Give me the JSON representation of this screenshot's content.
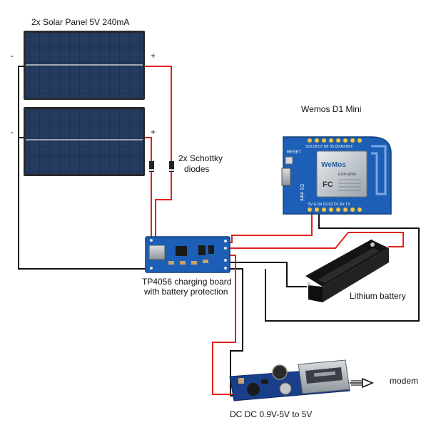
{
  "labels": {
    "solar_title": "2x Solar Panel 5V 240mA",
    "panel1_minus": "-",
    "panel1_plus": "+",
    "panel2_minus": "-",
    "panel2_plus": "+",
    "schottky_line1": "2x Schottky",
    "schottky_line2": "diodes",
    "wemos_title": "Wemos D1 Mini",
    "tp4056_line1": "TP4056 charging board",
    "tp4056_line2": "with battery protection",
    "battery": "Lithium battery",
    "dcdc": "DC DC 0.9V-5V to 5V",
    "modem": "modem"
  },
  "board_text": {
    "wemos_top_pins": "3V3 D8 D7 D6 D5 D0 A0 RST",
    "wemos_bottom_pins": "5V G D4 D3 D2 D1 RX TX",
    "wemos_reset": "RESET",
    "wemos_logo": "WeMos",
    "wemos_module": "ESP-8266",
    "wemos_side": "D1 mini",
    "fcc": "FC"
  },
  "colors": {
    "positive_wire": "#e0231b",
    "negative_wire": "#111111",
    "panel_cell": "#1f3150",
    "panel_frame": "#2a2a2a",
    "pcb_blue": "#1d5fb6",
    "dcdc_blue": "#1a3f8a",
    "battery_holder": "#151515"
  }
}
